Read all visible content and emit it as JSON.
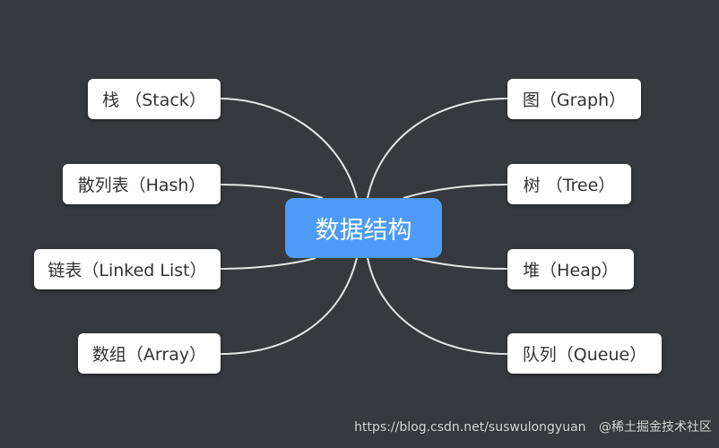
{
  "diagram": {
    "type": "mind-map",
    "center": {
      "label": "数据结构",
      "color": "#4d9bf7"
    },
    "left_branches": [
      {
        "id": "stack",
        "label": "栈 （Stack）"
      },
      {
        "id": "hash",
        "label": "散列表（Hash）"
      },
      {
        "id": "linked-list",
        "label": "链表（Linked List）"
      },
      {
        "id": "array",
        "label": "数组（Array）"
      }
    ],
    "right_branches": [
      {
        "id": "graph",
        "label": "图（Graph）"
      },
      {
        "id": "tree",
        "label": "树 （Tree）"
      },
      {
        "id": "heap",
        "label": "堆（Heap）"
      },
      {
        "id": "queue",
        "label": "队列（Queue）"
      }
    ],
    "connector_color": "#e6e6e6",
    "background_color": "#36393d",
    "node_color": "#ffffff"
  },
  "watermark": {
    "url": "https://blog.csdn.net/suswulongyuan",
    "brand": "稀土掘金技术社区"
  }
}
